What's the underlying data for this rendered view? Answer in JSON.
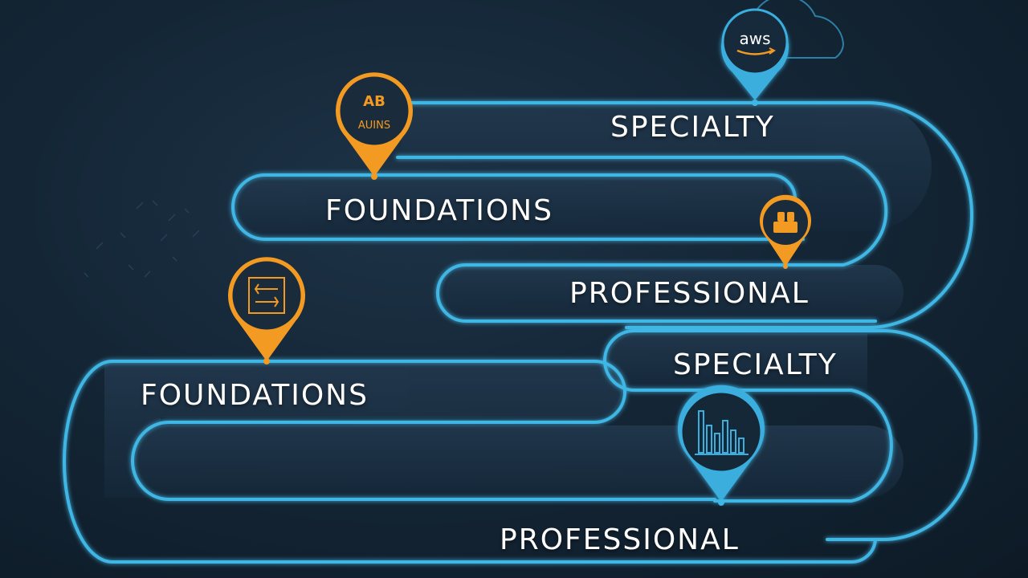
{
  "logo": {
    "text": "aws"
  },
  "badge": {
    "line1": "AB",
    "line2": "AUINS"
  },
  "stages": [
    {
      "label": "SPECIALTY"
    },
    {
      "label": "FOUNDATIONS"
    },
    {
      "label": "PROFESSIONAL"
    },
    {
      "label": "SPECIALTY"
    },
    {
      "label": "FOUNDATIONS"
    },
    {
      "label": "PROFESSIONAL"
    }
  ],
  "colors": {
    "track": "#3fb6e4",
    "track_glow": "#1e6f95",
    "orange": "#f39a22",
    "blue_pin": "#3aaede",
    "panel": "#1a2d3f",
    "text": "#ffffff"
  },
  "icons": [
    "cloud-icon",
    "aws-logo-icon",
    "badge-icon",
    "blocks-icon",
    "code-frame-icon",
    "bar-chart-icon"
  ]
}
